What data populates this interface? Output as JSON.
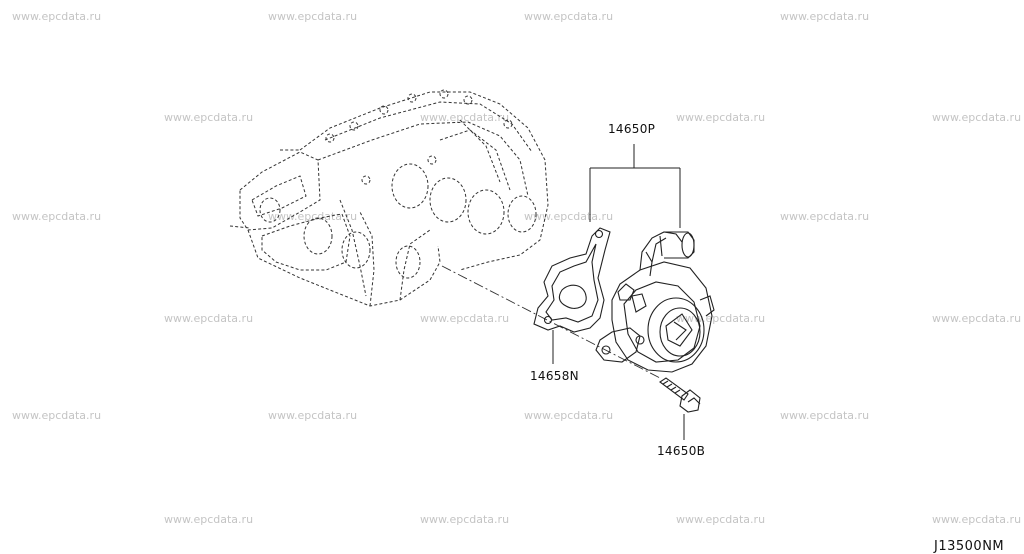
{
  "watermark": "www.epcdata.ru",
  "parts": {
    "vacuum_pump": "14650P",
    "gasket": "14658N",
    "bolt": "14650B"
  },
  "diagram_code": "J13500NM"
}
